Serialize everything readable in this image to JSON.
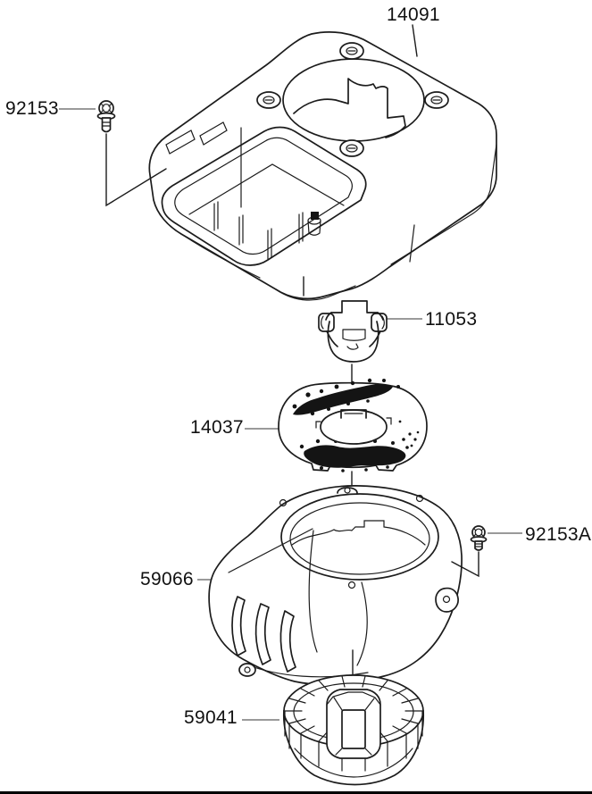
{
  "colors": {
    "bg": "#ffffff",
    "line": "#1c1c1c",
    "leader": "#8c8c8c",
    "label_text": "#111111",
    "border": "#000000"
  },
  "parts": {
    "engine_cover": {
      "label": "14091"
    },
    "bolt_left": {
      "label": "92153"
    },
    "starter_coupling": {
      "label": "11053"
    },
    "screen_plate": {
      "label": "14037"
    },
    "fan_housing": {
      "label": "59066"
    },
    "bolt_right": {
      "label": "92153A"
    },
    "cooling_fan": {
      "label": "59041"
    }
  }
}
